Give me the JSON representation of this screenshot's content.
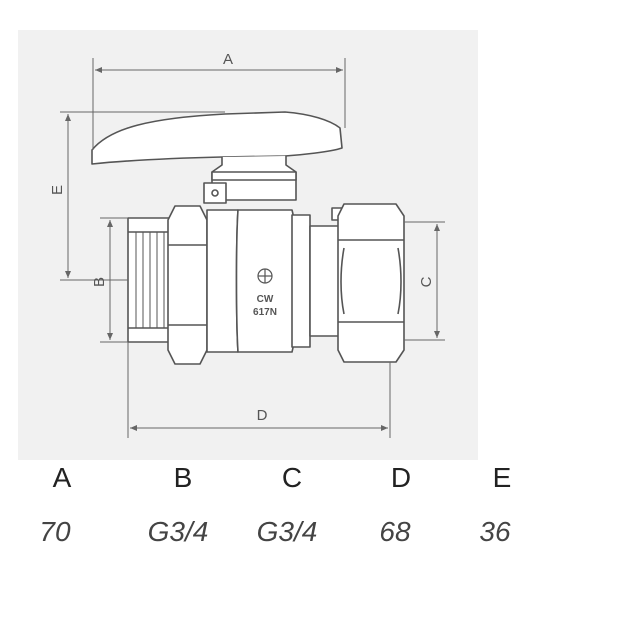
{
  "drawing": {
    "dimension_letters": {
      "a": "A",
      "b": "B",
      "c": "C",
      "d": "D",
      "e": "E"
    },
    "body_marking": {
      "line1": "CW",
      "line2": "617N"
    }
  },
  "table": {
    "headers": [
      "A",
      "B",
      "C",
      "D",
      "E"
    ],
    "values": [
      "70",
      "G3/4",
      "G3/4",
      "68",
      "36"
    ]
  }
}
